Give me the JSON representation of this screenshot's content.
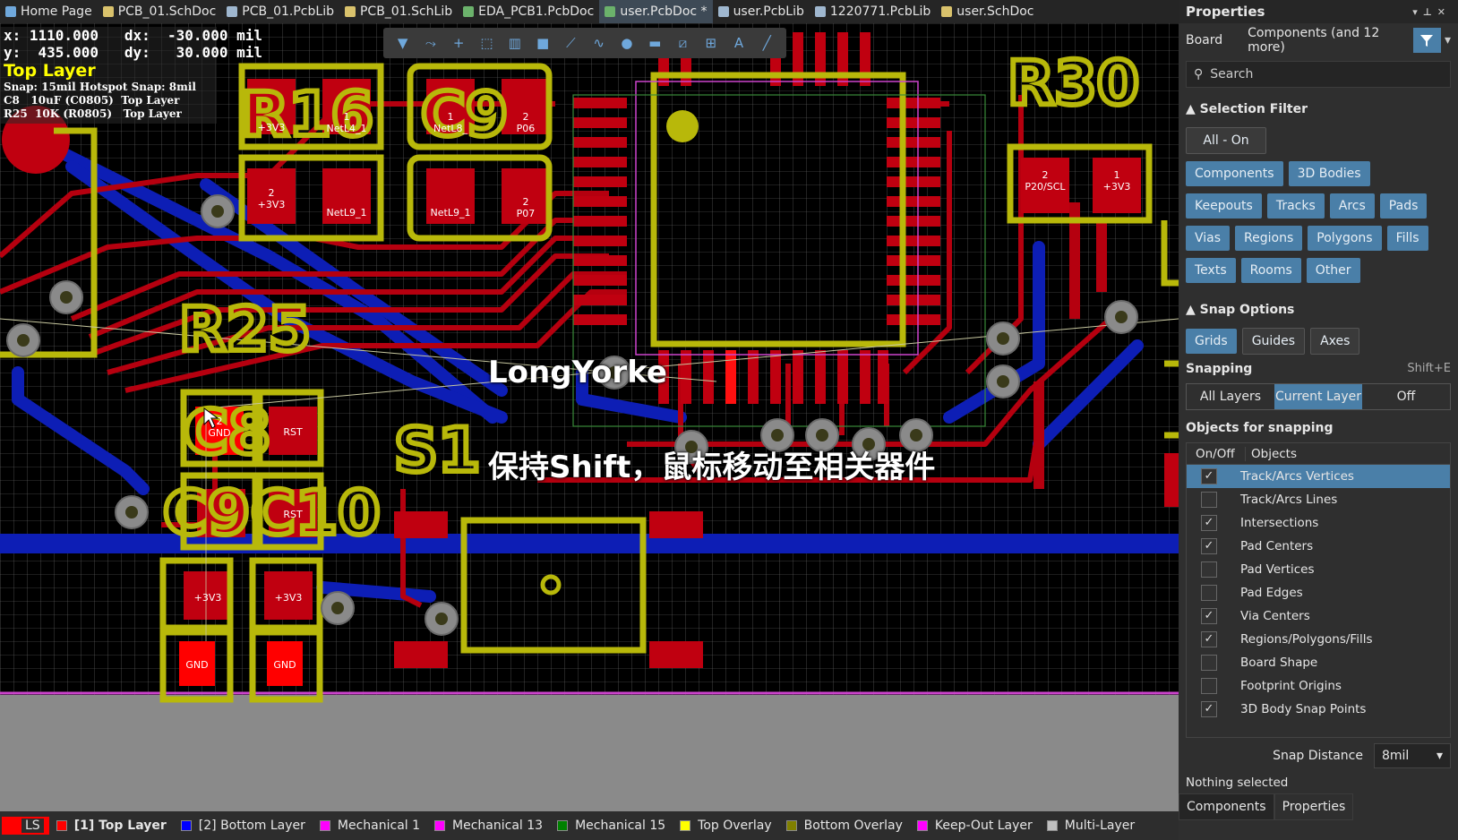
{
  "tabs": [
    {
      "label": "Home Page",
      "icon": "home-icon",
      "color": "#6fa8dc"
    },
    {
      "label": "PCB_01.SchDoc",
      "icon": "schematic-icon",
      "color": "#d9c26c"
    },
    {
      "label": "PCB_01.PcbLib",
      "icon": "pcblib-icon",
      "color": "#9fb7cf"
    },
    {
      "label": "PCB_01.SchLib",
      "icon": "schlib-icon",
      "color": "#d9c26c"
    },
    {
      "label": "EDA_PCB1.PcbDoc",
      "icon": "pcbdoc-icon",
      "color": "#6bb26b"
    },
    {
      "label": "user.PcbDoc *",
      "icon": "pcbdoc-icon",
      "color": "#6bb26b",
      "active": true
    },
    {
      "label": "user.PcbLib",
      "icon": "pcblib-icon",
      "color": "#9fb7cf"
    },
    {
      "label": "1220771.PcbLib",
      "icon": "pcblib-icon",
      "color": "#9fb7cf"
    },
    {
      "label": "user.SchDoc",
      "icon": "schematic-icon",
      "color": "#d9c26c"
    }
  ],
  "coords": {
    "line1": "x: 1110.000   dx:  -30.000 mil",
    "line2": "y:  435.000   dy:   30.000 mil",
    "layer": "Top Layer",
    "snap": "Snap: 15mil Hotspot Snap: 8mil",
    "c8": "C8   10uF (C0805)  Top Layer",
    "r25": "R25  10K (R0805)   Top Layer"
  },
  "caption": {
    "name": "LongYorke",
    "instruction": "保持Shift，鼠标移动至相关器件"
  },
  "designators": {
    "r16": "R16",
    "c9": "C9",
    "r30": "R30",
    "r25": "R25",
    "s1": "S1",
    "c8": "C8",
    "c10": "C10",
    "c9b": "C9"
  },
  "pads": {
    "p1": "2\n+3V3",
    "p2": "NetL9_1",
    "p3": "NetL9_1",
    "p4": "2\nP07",
    "p5": "1\nNetL8_",
    "p6": "2\nP06",
    "p7": "1\nNetL4_1",
    "p8": "+3V3",
    "p9": "2\nP20/SCL",
    "p10": "1\n+3V3",
    "gnd1": "2\nGND",
    "rst1": "RST",
    "rst2": "RST",
    "v1": "+3V3",
    "v2": "+3V3",
    "g2": "GND",
    "g3": "GND"
  },
  "status_layers": [
    {
      "label": "LS",
      "color": "#ff0000"
    },
    {
      "label": "[1] Top Layer",
      "color": "#ff0000",
      "bold": true
    },
    {
      "label": "[2] Bottom Layer",
      "color": "#0000ff"
    },
    {
      "label": "Mechanical 1",
      "color": "#ff00ff"
    },
    {
      "label": "Mechanical 13",
      "color": "#ff00ff"
    },
    {
      "label": "Mechanical 15",
      "color": "#008000"
    },
    {
      "label": "Top Overlay",
      "color": "#ffff00"
    },
    {
      "label": "Bottom Overlay",
      "color": "#808000"
    },
    {
      "label": "Keep-Out Layer",
      "color": "#ff00ff"
    },
    {
      "label": "Multi-Layer",
      "color": "#c0c0c0"
    }
  ],
  "props": {
    "title": "Properties",
    "board": "Board",
    "components": "Components (and 12 more)",
    "search_placeholder": "Search",
    "selection_filter": "Selection Filter",
    "all_on": "All - On",
    "filters": [
      "Components",
      "3D Bodies",
      "Keepouts",
      "Tracks",
      "Arcs",
      "Pads",
      "Vias",
      "Regions",
      "Polygons",
      "Fills",
      "Texts",
      "Rooms",
      "Other"
    ],
    "snap_options": "Snap Options",
    "snap_btns": [
      "Grids",
      "Guides",
      "Axes"
    ],
    "snapping": "Snapping",
    "snapping_shortcut": "Shift+E",
    "snap_modes": [
      "All Layers",
      "Current Layer",
      "Off"
    ],
    "objects_for_snapping": "Objects for snapping",
    "col_onoff": "On/Off",
    "col_objects": "Objects",
    "objects": [
      {
        "label": "Track/Arcs Vertices",
        "on": true,
        "selected": true
      },
      {
        "label": "Track/Arcs Lines",
        "on": false
      },
      {
        "label": "Intersections",
        "on": true
      },
      {
        "label": "Pad Centers",
        "on": true
      },
      {
        "label": "Pad Vertices",
        "on": false
      },
      {
        "label": "Pad Edges",
        "on": false
      },
      {
        "label": "Via Centers",
        "on": true
      },
      {
        "label": "Regions/Polygons/Fills",
        "on": true
      },
      {
        "label": "Board Shape",
        "on": false
      },
      {
        "label": "Footprint Origins",
        "on": false
      },
      {
        "label": "3D Body Snap Points",
        "on": true
      }
    ],
    "snap_distance_label": "Snap Distance",
    "snap_distance_value": "8mil",
    "nothing_selected": "Nothing selected",
    "bottom_tabs": [
      "Components",
      "Properties"
    ]
  }
}
